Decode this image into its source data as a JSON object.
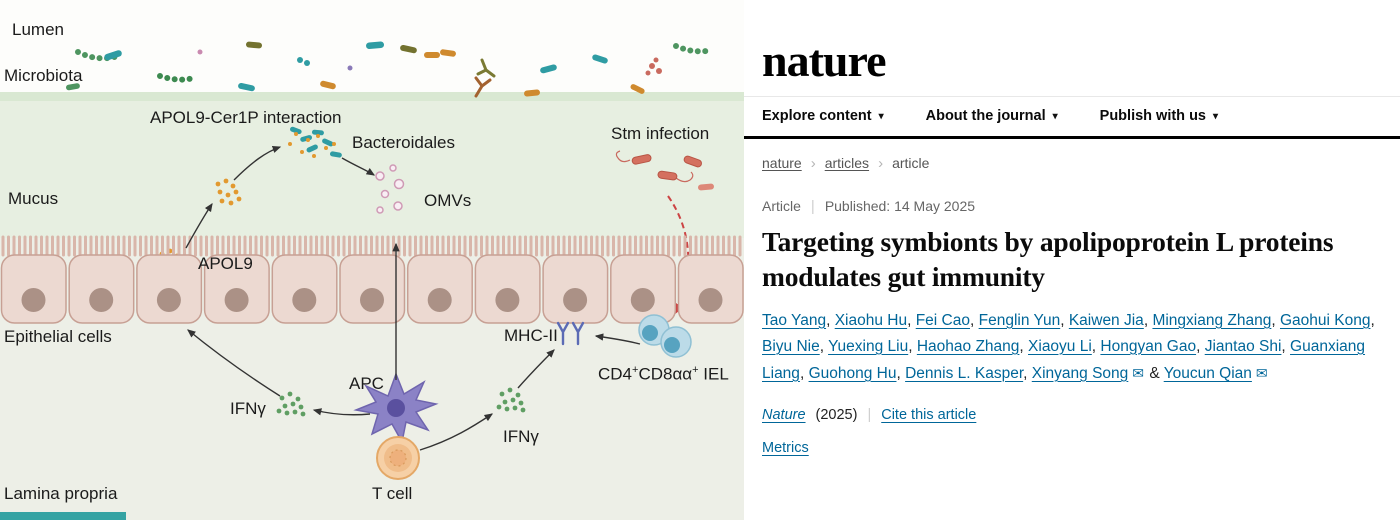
{
  "icons": {
    "chevron_down": "▾",
    "chevron_right": "›",
    "email": "✉"
  },
  "colors": {
    "link": "#006699",
    "rule_black": "#000000",
    "mucus_green": "#e7efe1",
    "lamina_propria": "#edefe7",
    "epithelial_cell": "#ecd9d1",
    "cell_nucleus": "#ab9186",
    "stm_red": "#d4705f",
    "dashed_arrow_red": "#cc4444",
    "apc_purple": "#8b82c6",
    "t_cell_orange": "#f6d0a6",
    "iel_blue": "#bcdbe8",
    "ifng_green": "#5f9e63",
    "apol9_orange": "#e2992f",
    "bacteria_teal": "#2f9ca3"
  },
  "diagram": {
    "labels": {
      "lumen": "Lumen",
      "microbiota": "Microbiota",
      "apol9_cer1p": "APOL9-Cer1P interaction",
      "bacteroidales": "Bacteroidales",
      "omvs": "OMVs",
      "stm_infection": "Stm infection",
      "mucus": "Mucus",
      "apol9": "APOL9",
      "epithelial_cells": "Epithelial cells",
      "mhc_ii": "MHC-II",
      "cd4": {
        "base1": "CD4",
        "sup1": "+",
        "base2": "CD8αα",
        "sup2": "+",
        "rest": " IEL"
      },
      "apc": "APC",
      "ifng_left": "IFNγ",
      "ifng_right": "IFNγ",
      "t_cell": "T cell",
      "lamina_propria": "Lamina propria"
    }
  },
  "site": {
    "logo": "nature",
    "nav": [
      {
        "label": "Explore content"
      },
      {
        "label": "About the journal"
      },
      {
        "label": "Publish with us"
      }
    ],
    "breadcrumb": [
      {
        "label": "nature"
      },
      {
        "label": "articles"
      },
      {
        "label": "article"
      }
    ]
  },
  "article": {
    "type_label": "Article",
    "published": "Published: 14 May 2025",
    "title": "Targeting symbionts by apolipoprotein L proteins modulates gut immunity",
    "authors": [
      {
        "name": "Tao Yang"
      },
      {
        "name": "Xiaohu Hu"
      },
      {
        "name": "Fei Cao"
      },
      {
        "name": "Fenglin Yun"
      },
      {
        "name": "Kaiwen Jia"
      },
      {
        "name": "Mingxiang Zhang"
      },
      {
        "name": "Gaohui Kong"
      },
      {
        "name": "Biyu Nie"
      },
      {
        "name": "Yuexing Liu"
      },
      {
        "name": "Haohao Zhang"
      },
      {
        "name": "Xiaoyu Li"
      },
      {
        "name": "Hongyan Gao"
      },
      {
        "name": "Jiantao Shi"
      },
      {
        "name": "Guanxiang Liang"
      },
      {
        "name": "Guohong Hu"
      },
      {
        "name": "Dennis L. Kasper"
      },
      {
        "name": "Xinyang Song",
        "email": true
      },
      {
        "name": "Youcun Qian",
        "email": true
      }
    ],
    "journal": "Nature",
    "year": "(2025)",
    "cite": "Cite this article",
    "metrics": "Metrics"
  }
}
